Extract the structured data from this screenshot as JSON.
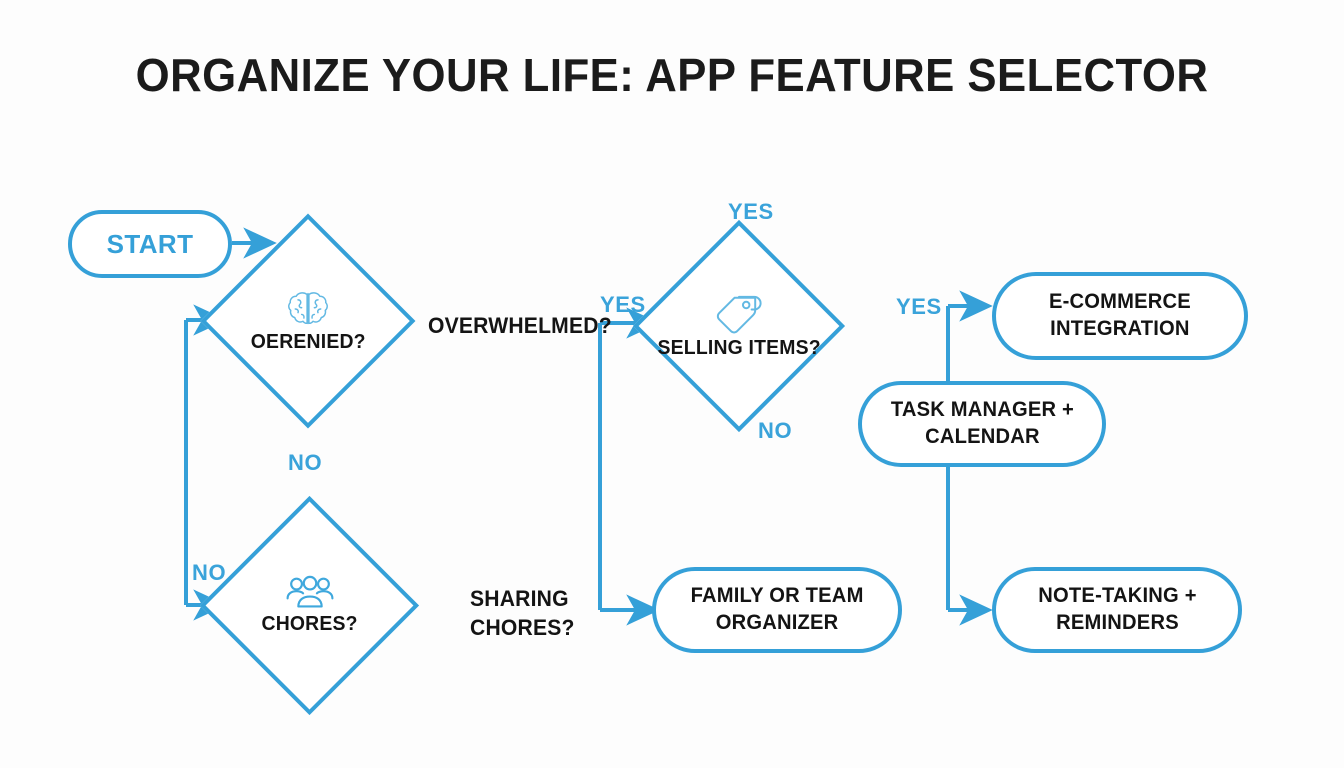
{
  "page": {
    "title": "ORGANIZE YOUR LIFE: APP FEATURE SELECTOR",
    "background_color": "#fdfdfd",
    "accent_color": "#35a0d8",
    "text_color": "#141414"
  },
  "diagram": {
    "type": "flowchart",
    "start": {
      "label": "START",
      "shape": "pill"
    },
    "decisions": [
      {
        "id": "overwhelmed",
        "label": "OERENIED?",
        "icon": "brain-icon",
        "shape": "diamond"
      },
      {
        "id": "chores",
        "label": "CHORES?",
        "icon": "people-group-icon",
        "shape": "diamond"
      },
      {
        "id": "selling",
        "label": "SELLING ITEMS?",
        "icon": "price-tag-icon",
        "shape": "diamond"
      }
    ],
    "questions": [
      {
        "id": "q-overwhelmed",
        "text": "OVERWHELMED?"
      },
      {
        "id": "q-sharing-chores",
        "line1": "SHARING",
        "line2": "CHORES?"
      }
    ],
    "results": [
      {
        "id": "ecommerce",
        "line1": "E-COMMERCE",
        "line2": "INTEGRATION",
        "shape": "rounded-rect"
      },
      {
        "id": "task-manager",
        "line1": "TASK MANAGER +",
        "line2": "CALENDAR",
        "shape": "rounded-rect"
      },
      {
        "id": "family-organizer",
        "line1": "FAMILY OR TEAM",
        "line2": "ORGANIZER",
        "shape": "rounded-rect"
      },
      {
        "id": "note-taking",
        "line1": "NOTE-TAKING +",
        "line2": "REMINDERS",
        "shape": "rounded-rect"
      }
    ],
    "edge_labels": [
      {
        "id": "yes-selling-top",
        "text": "YES"
      },
      {
        "id": "yes-overwhelmed",
        "text": "YES"
      },
      {
        "id": "yes-ecommerce",
        "text": "YES"
      },
      {
        "id": "no-overwhelmed",
        "text": "NO"
      },
      {
        "id": "no-selling",
        "text": "NO"
      },
      {
        "id": "no-chores-loop",
        "text": "NO"
      }
    ]
  }
}
